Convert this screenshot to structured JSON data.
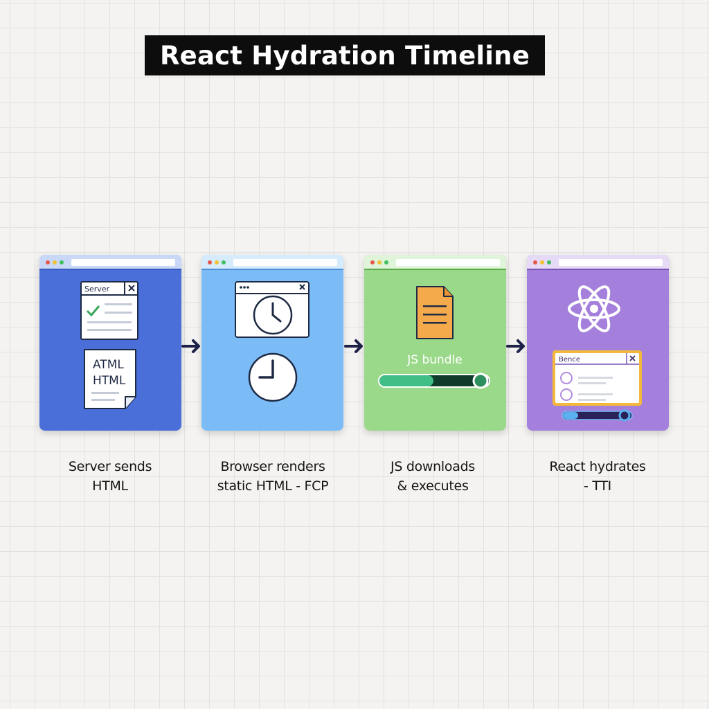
{
  "title": "React Hydration Timeline",
  "steps": [
    {
      "caption": "Server sends\nHTML",
      "window_label": "Server",
      "doc_text_line1": "ATML",
      "doc_text_line2": "HTML",
      "color": "#4a6fd9"
    },
    {
      "caption": "Browser renders\nstatic HTML - FCP",
      "color": "#7bbcf7"
    },
    {
      "caption": "JS downloads\n& executes",
      "bundle_label": "JS bundle",
      "color": "#9bd98a"
    },
    {
      "caption": "React hydrates\n- TTI",
      "window_label": "Bence",
      "color": "#a47fdc"
    }
  ]
}
